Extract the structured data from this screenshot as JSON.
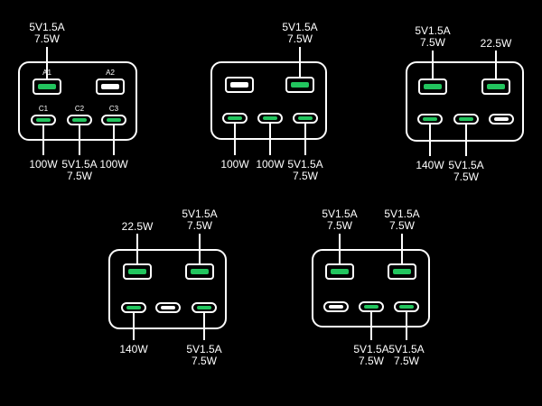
{
  "colors": {
    "background": "#000000",
    "outline": "#ffffff",
    "active_port": "#22c55e",
    "inactive_port": "#ffffff"
  },
  "configs": [
    {
      "port_names": {
        "A1": "A1",
        "A2": "A2",
        "C1": "C1",
        "C2": "C2",
        "C3": "C3"
      },
      "labels": {
        "A1": [
          "5V1.5A",
          "7.5W"
        ],
        "C1": [
          "100W"
        ],
        "C2": [
          "5V1.5A",
          "7.5W"
        ],
        "C3": [
          "100W"
        ]
      },
      "ports": {
        "A1": "on",
        "A2": "off",
        "C1": "on",
        "C2": "on",
        "C3": "on"
      }
    },
    {
      "labels": {
        "A2": [
          "5V1.5A",
          "7.5W"
        ],
        "C1": [
          "100W"
        ],
        "C2": [
          "100W"
        ],
        "C3": [
          "5V1.5A",
          "7.5W"
        ]
      },
      "ports": {
        "A1": "off",
        "A2": "on",
        "C1": "on",
        "C2": "on",
        "C3": "on"
      }
    },
    {
      "labels": {
        "A1": [
          "5V1.5A",
          "7.5W"
        ],
        "A2": [
          "22.5W"
        ],
        "C1": [
          "140W"
        ],
        "C2": [
          "5V1.5A",
          "7.5W"
        ]
      },
      "ports": {
        "A1": "on",
        "A2": "on",
        "C1": "on",
        "C2": "on",
        "C3": "off"
      }
    },
    {
      "labels": {
        "A1": [
          "22.5W"
        ],
        "A2": [
          "5V1.5A",
          "7.5W"
        ],
        "C1": [
          "140W"
        ],
        "C3": [
          "5V1.5A",
          "7.5W"
        ]
      },
      "ports": {
        "A1": "on",
        "A2": "on",
        "C1": "on",
        "C2": "off",
        "C3": "on"
      }
    },
    {
      "labels": {
        "A1": [
          "5V1.5A",
          "7.5W"
        ],
        "A2": [
          "5V1.5A",
          "7.5W"
        ],
        "C2": [
          "5V1.5A",
          "7.5W"
        ],
        "C3": [
          "5V1.5A",
          "7.5W"
        ]
      },
      "ports": {
        "A1": "on",
        "A2": "on",
        "C1": "off",
        "C2": "on",
        "C3": "on"
      }
    }
  ]
}
